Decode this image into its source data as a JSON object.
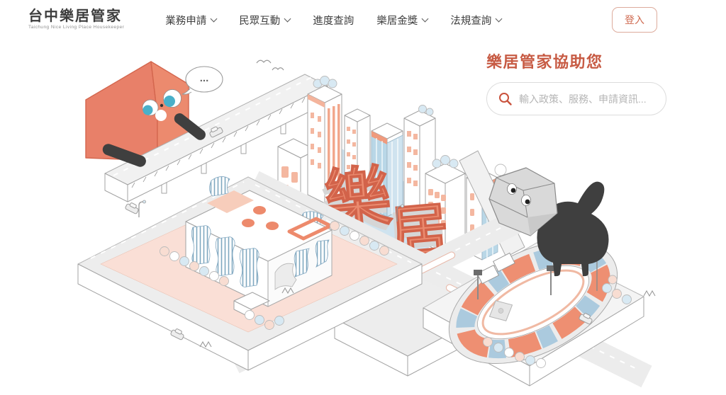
{
  "header": {
    "logo": {
      "title": "台中樂居管家",
      "subtitle": "Taichung Nice Living Place Housekeeper"
    },
    "nav": [
      {
        "label": "業務申請",
        "has_dropdown": true
      },
      {
        "label": "民眾互動",
        "has_dropdown": true
      },
      {
        "label": "進度查詢",
        "has_dropdown": false
      },
      {
        "label": "樂居金獎",
        "has_dropdown": true
      },
      {
        "label": "法規查詢",
        "has_dropdown": true
      }
    ],
    "login_label": "登入"
  },
  "hero": {
    "heading": "樂居管家協助您",
    "search_placeholder": "輸入政策、服務、申請資訊..."
  },
  "illustration": {
    "speech_bubble": "...",
    "city_letter_1": "樂",
    "city_letter_2": "居"
  },
  "colors": {
    "coral": "#ec8a6e",
    "coral_dark": "#d4674f",
    "accent_red": "#c75b44",
    "blue_light": "#d8e9f3",
    "blue_glass": "#b9d7e7",
    "dark": "#3f3f3f",
    "outline": "#a3a3a3"
  }
}
